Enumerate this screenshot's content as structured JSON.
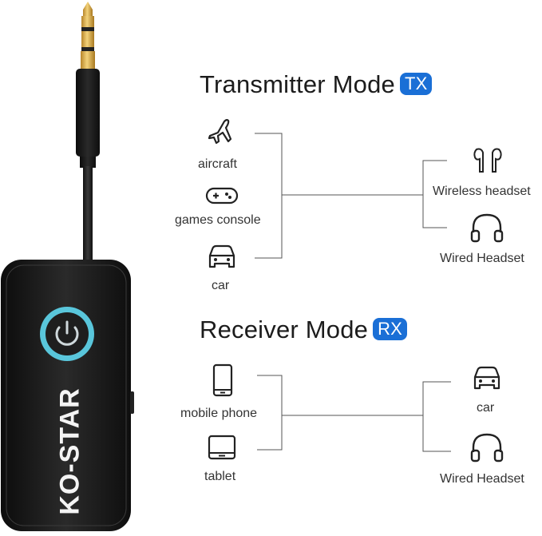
{
  "brand": "KO-STAR",
  "transmitter": {
    "title": "Transmitter Mode",
    "badge": "TX",
    "sources": [
      {
        "icon": "airplane-icon",
        "label": "aircraft"
      },
      {
        "icon": "gamepad-icon",
        "label": "games console"
      },
      {
        "icon": "car-icon",
        "label": "car"
      }
    ],
    "outputs": [
      {
        "icon": "earbuds-icon",
        "label": "Wireless headset"
      },
      {
        "icon": "headphones-icon",
        "label": "Wired Headset"
      }
    ]
  },
  "receiver": {
    "title": "Receiver Mode",
    "badge": "RX",
    "sources": [
      {
        "icon": "phone-icon",
        "label": "mobile phone"
      },
      {
        "icon": "tablet-icon",
        "label": "tablet"
      }
    ],
    "outputs": [
      {
        "icon": "car-icon",
        "label": "car"
      },
      {
        "icon": "headphones-icon",
        "label": "Wired Headset"
      }
    ]
  },
  "colors": {
    "badge": "#1a6fd6",
    "device": "#151515",
    "power_ring": "#5fd8f0",
    "plug_gold": "#d9a93a"
  }
}
